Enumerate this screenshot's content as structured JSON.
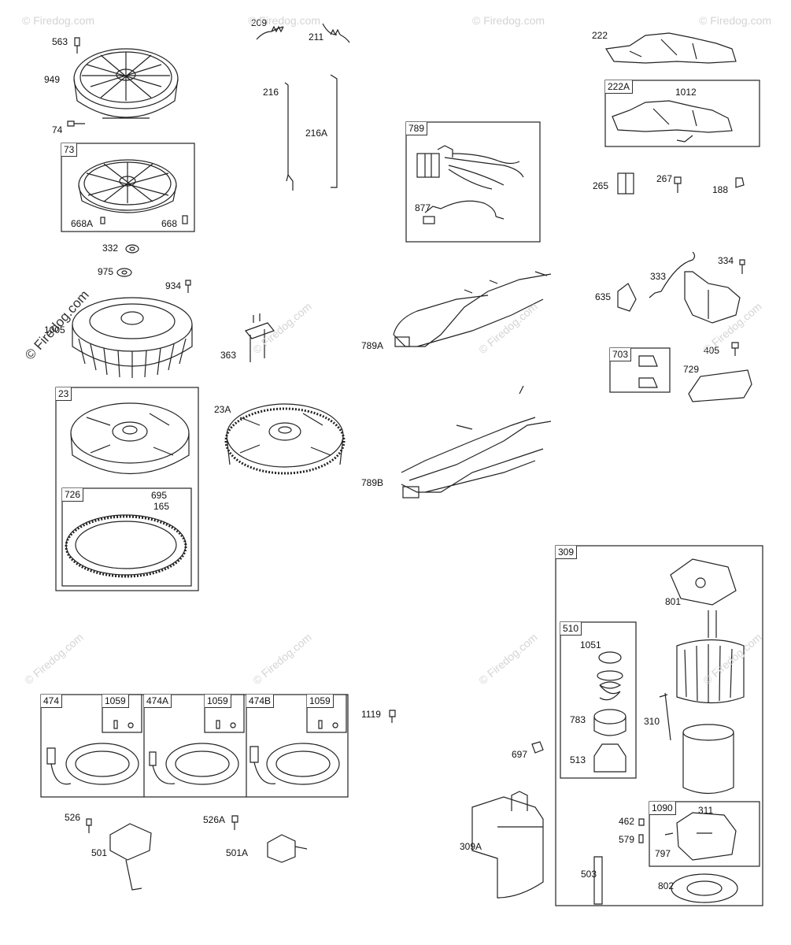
{
  "watermark": "© Firedog.com",
  "colors": {
    "line": "#222222",
    "watermark": "#d4d4d4",
    "background": "#ffffff"
  },
  "parts": {
    "p563": "563",
    "p949": "949",
    "p74": "74",
    "p73": "73",
    "p668A": "668A",
    "p668": "668",
    "p332": "332",
    "p975": "975",
    "p934": "934",
    "p1005": "1005",
    "p23": "23",
    "p23A": "23A",
    "p726": "726",
    "p695": "695",
    "p165": "165",
    "p209": "209",
    "p211": "211",
    "p216": "216",
    "p216A": "216A",
    "p363": "363",
    "p789": "789",
    "p877": "877",
    "p789A": "789A",
    "p789B": "789B",
    "p222": "222",
    "p222A": "222A",
    "p1012": "1012",
    "p265": "265",
    "p267": "267",
    "p188": "188",
    "p334": "334",
    "p333": "333",
    "p635": "635",
    "p703": "703",
    "p405": "405",
    "p729": "729",
    "p309": "309",
    "p801": "801",
    "p510": "510",
    "p1051": "1051",
    "p783": "783",
    "p513": "513",
    "p310": "310",
    "p697": "697",
    "p309A": "309A",
    "p1090": "1090",
    "p311": "311",
    "p462": "462",
    "p579": "579",
    "p797": "797",
    "p503": "503",
    "p802": "802",
    "p474": "474",
    "p474A": "474A",
    "p474B": "474B",
    "p1059": "1059",
    "p1119": "1119",
    "p526": "526",
    "p501": "501",
    "p526A": "526A",
    "p501A": "501A"
  }
}
